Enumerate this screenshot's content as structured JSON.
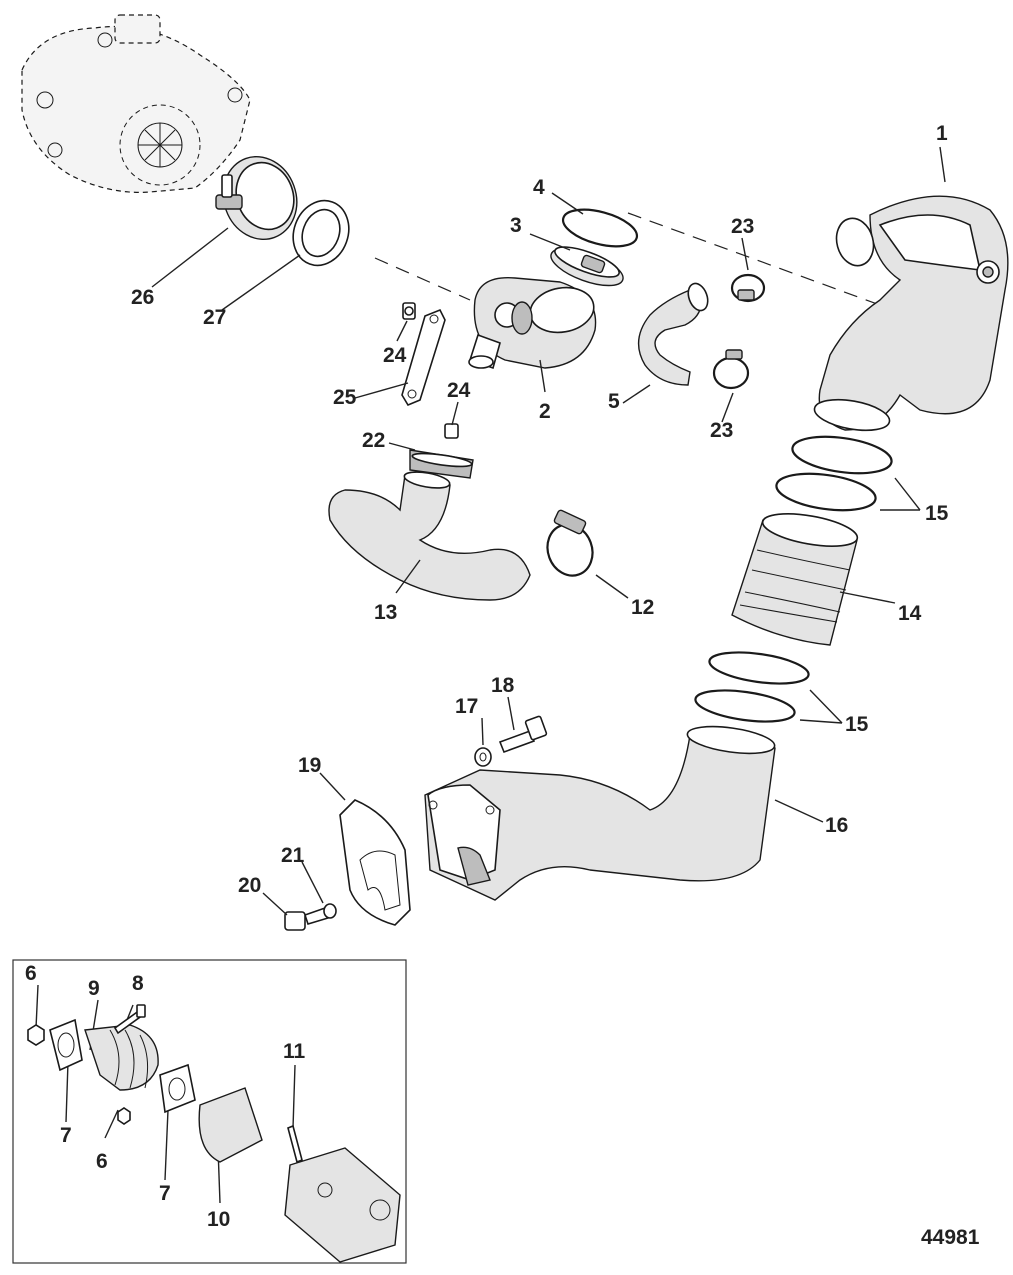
{
  "figure_number": "44981",
  "callouts": {
    "c1": "1",
    "c2": "2",
    "c3": "3",
    "c4": "4",
    "c5": "5",
    "c6a": "6",
    "c6b": "6",
    "c7a": "7",
    "c7b": "7",
    "c8": "8",
    "c9": "9",
    "c10": "10",
    "c11": "11",
    "c12": "12",
    "c13": "13",
    "c14": "14",
    "c15a": "15",
    "c15b": "15",
    "c16": "16",
    "c17": "17",
    "c18": "18",
    "c19": "19",
    "c20": "20",
    "c21": "21",
    "c22": "22",
    "c23a": "23",
    "c23b": "23",
    "c24a": "24",
    "c24b": "24",
    "c25": "25",
    "c26": "26",
    "c27": "27"
  }
}
